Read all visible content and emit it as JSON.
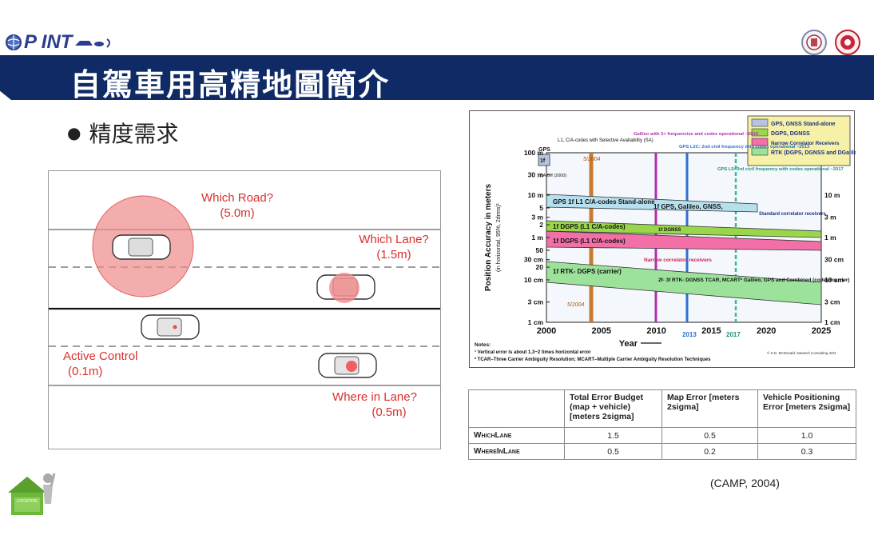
{
  "header": {
    "logo_text": "P INT",
    "title": "自駕車用高精地圖簡介"
  },
  "bullet": {
    "text": "精度需求"
  },
  "road_diagram": {
    "labels": [
      {
        "title": "Which Road?",
        "value": "(5.0m)"
      },
      {
        "title": "Which Lane?",
        "value": "(1.5m)"
      },
      {
        "title": "Active Control",
        "value": "(0.1m)"
      },
      {
        "title": "Where in Lane?",
        "value": "(0.5m)"
      }
    ],
    "colors": {
      "label": "#d9302c",
      "circle": "#f08a8a"
    }
  },
  "chart_data": {
    "type": "area",
    "ylabel": "Position Accuracy in meters",
    "ylabel_sub": "(in horizontal, 95%, 2drms)¹",
    "xlabel": "Year",
    "x_ticks": [
      "2000",
      "2005",
      "2010",
      "2013",
      "2015",
      "2017",
      "2020",
      "2025"
    ],
    "y_ticks_left": [
      "100 m",
      "30 m",
      "10 m",
      "5",
      "3 m",
      "2",
      "1 m",
      "50",
      "30 cm",
      "20",
      "10 cm",
      "3 cm",
      "1 cm"
    ],
    "y_ticks_right": [
      "10 m",
      "3 m",
      "1 m",
      "30 cm",
      "10 cm",
      "3 cm",
      "1 cm"
    ],
    "legend": [
      {
        "label": "GPS, GNSS Stand-alone",
        "color": "#b7c4e0"
      },
      {
        "label": "DGPS, DGNSS",
        "color": "#9ad64a"
      },
      {
        "label": "Narrow Correlator Receivers",
        "color": "#f26fa8"
      },
      {
        "label": "RTK (DGPS, DGNSS and DGalileo)",
        "color": "#9de29b"
      }
    ],
    "annotations": {
      "gps_top": "GPS",
      "sa_1f": "1f",
      "sa_off": "SA Off (2000)",
      "l1_sa": "L1, C/A-codes with Selective Availability (SA)",
      "may2004_top": "5/2004",
      "may2004_bottom": "5/2004",
      "galileo": "Galileo with 3+ frequencies and codes operational ~2010",
      "gps_l2c": "GPS L2C: 2nd civil frequency with codes operational ~2013",
      "gps_l5": "GPS L5: 3rd civil frequency with codes operational ~2017",
      "band_gps": "GPS 1f L1 C/A-codes   Stand-alone",
      "band_gps2": "1f GPS, Galileo, GNSS,",
      "std_corr": "Standard correlator receivers",
      "band_dgps": "1f    DGPS (L1 C/A-codes)",
      "band_dgnss": "1f DGNSS",
      "band_dgps_narrow": "1f    DGPS (L1 C/A-codes)",
      "narrow": "Narrow correlator receivers",
      "band_rtk": "1f  RTK- DGPS (carrier)",
      "band_rtk2": "2f- 3f  RTK- DGNSS  TCAR, MCART² Galileo, GPS and Combined (codes+carrier)",
      "notes_title": "Notes:",
      "note1": "¹ Vertical error is about 1.3~2 times horizontal error",
      "note2": "² TCAR–Three Carrier Ambiguity Resolution; MCART–Multiple Carrier Ambiguity Resolution Techniques",
      "credit": "© K.D. McDonald, Navtech Consulting 4/04"
    }
  },
  "error_table": {
    "headers": [
      "",
      "Total Error Budget (map + vehicle) [meters 2sigma]",
      "Map Error [meters 2sigma]",
      "Vehicle Positioning Error [meters 2sigma]"
    ],
    "rows": [
      {
        "name": "WhichLane",
        "total": "1.5",
        "map": "0.5",
        "vehicle": "1.0"
      },
      {
        "name": "WhereInLane",
        "total": "0.5",
        "map": "0.2",
        "vehicle": "0.3"
      }
    ]
  },
  "citation": "(CAMP, 2004)",
  "footer_logo_text": "LOCATION"
}
